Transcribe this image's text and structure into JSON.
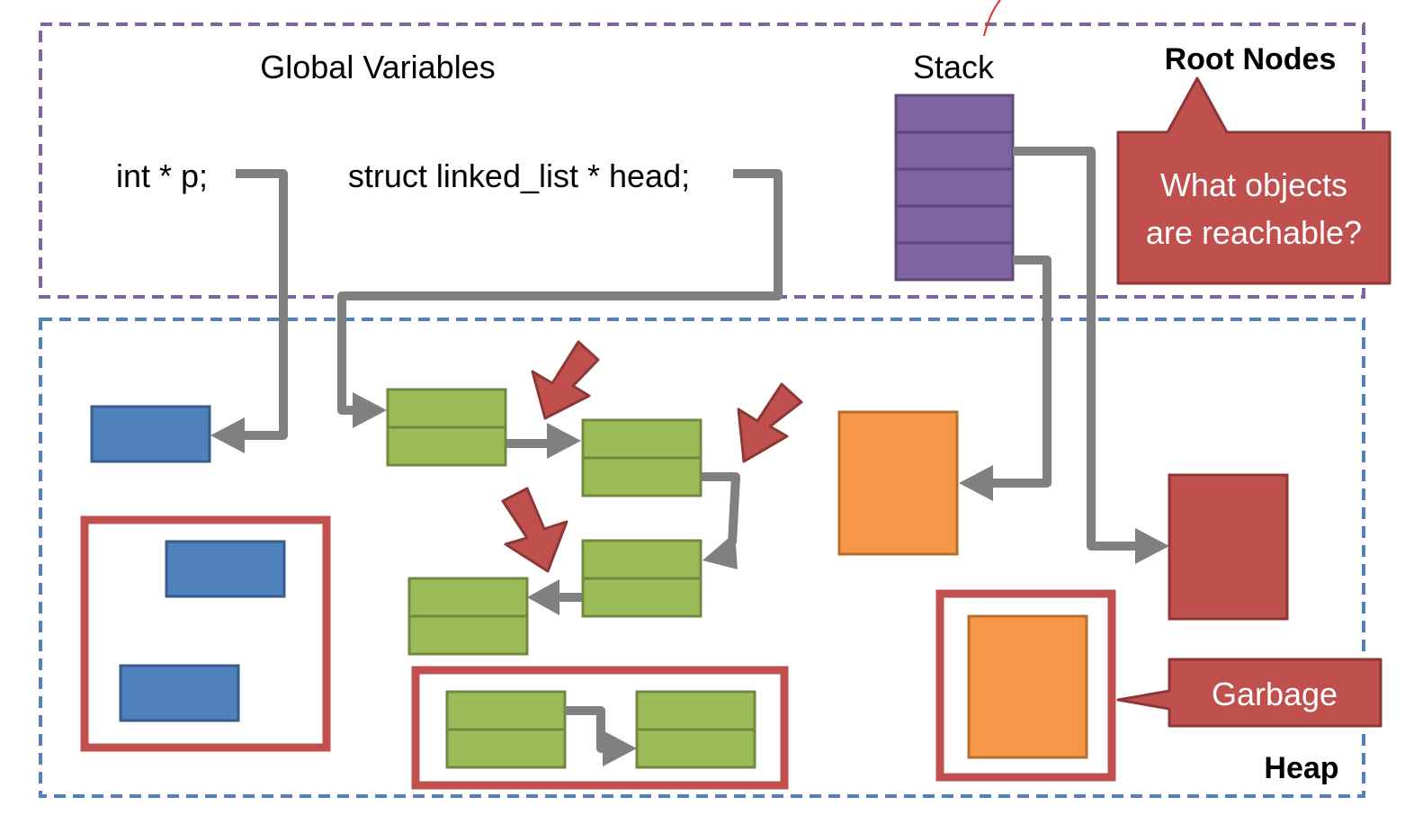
{
  "regions": {
    "roots_label": "Root Nodes",
    "heap_label": "Heap"
  },
  "globals": {
    "title": "Global Variables",
    "var_p": "int * p;",
    "var_head": "struct linked_list * head;"
  },
  "stack": {
    "title": "Stack",
    "frame_count": 5
  },
  "callouts": {
    "question": [
      "What objects",
      "are reachable?"
    ],
    "garbage": "Garbage"
  },
  "colors": {
    "roots_border": "#8064A2",
    "heap_border": "#4F81BD",
    "stack_fill": "#8064A2",
    "blue_object": "#4F81BD",
    "green_object": "#9BBB59",
    "orange_object": "#F79646",
    "red_object": "#C0504D",
    "pointer_arrow": "#808080",
    "garbage_frame": "#C0504D"
  }
}
